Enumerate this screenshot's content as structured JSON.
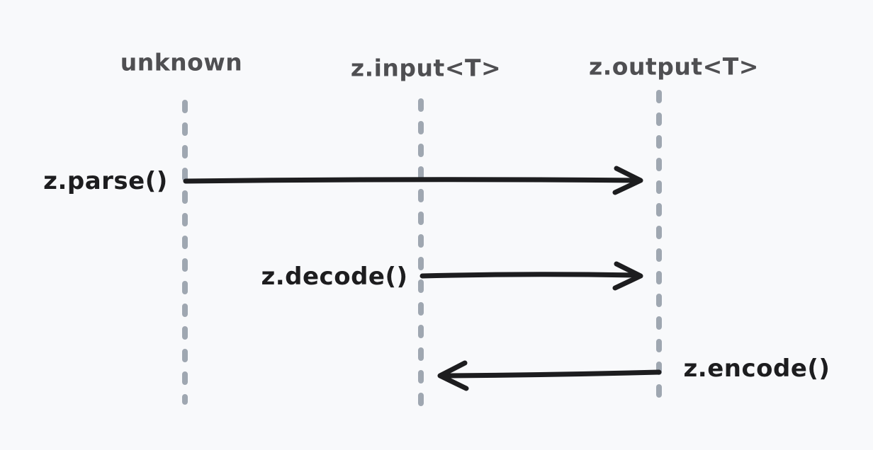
{
  "lanes": [
    {
      "label": "unknown"
    },
    {
      "label": "z.input<T>"
    },
    {
      "label": "z.output<T>"
    }
  ],
  "messages": [
    {
      "label": "z.parse()",
      "from": "unknown",
      "to": "z.output<T>",
      "direction": "right"
    },
    {
      "label": "z.decode()",
      "from": "z.input<T>",
      "to": "z.output<T>",
      "direction": "right"
    },
    {
      "label": "z.encode()",
      "from": "z.output<T>",
      "to": "z.input<T>",
      "direction": "left"
    }
  ],
  "colors": {
    "background": "#f8f9fb",
    "lifeline": "#9fa7b1",
    "arrow": "#1d1d1f",
    "lane_label": "#4f4f52",
    "message_label": "#1d1d1f"
  }
}
